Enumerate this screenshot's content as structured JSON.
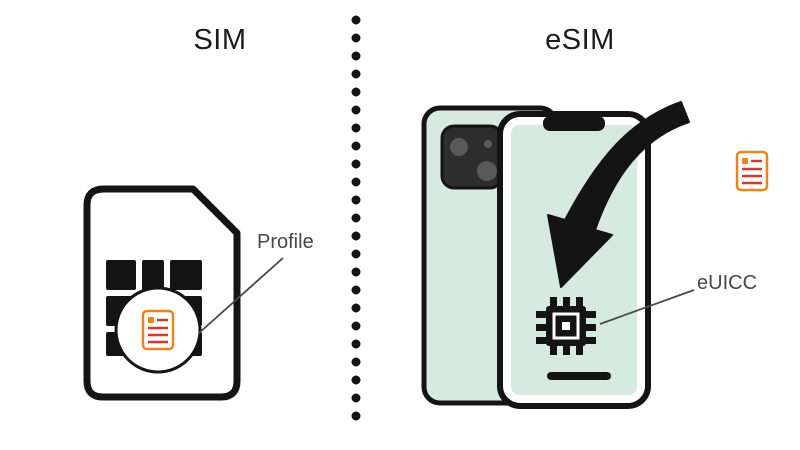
{
  "left": {
    "title": "SIM",
    "profile_label": "Profile"
  },
  "right": {
    "title": "eSIM",
    "euicc_label": "eUICC"
  },
  "colors": {
    "background": "#ffffff",
    "outline": "#141414",
    "phone_body": "#d7eae2",
    "phone_screen": "#d7eae2",
    "camera_module": "#2d2d2d",
    "document_border": "#e8861d",
    "document_lines": "#cf3b2e",
    "label_text": "#474747",
    "title_text": "#1c1c1c"
  },
  "icons": {
    "divider": "dotted-divider-icon",
    "left": [
      "sim-card-icon",
      "profile-document-icon"
    ],
    "right": [
      "phone-back-icon",
      "phone-front-icon",
      "chip-icon",
      "curved-arrow-icon",
      "esim-document-icon"
    ]
  }
}
